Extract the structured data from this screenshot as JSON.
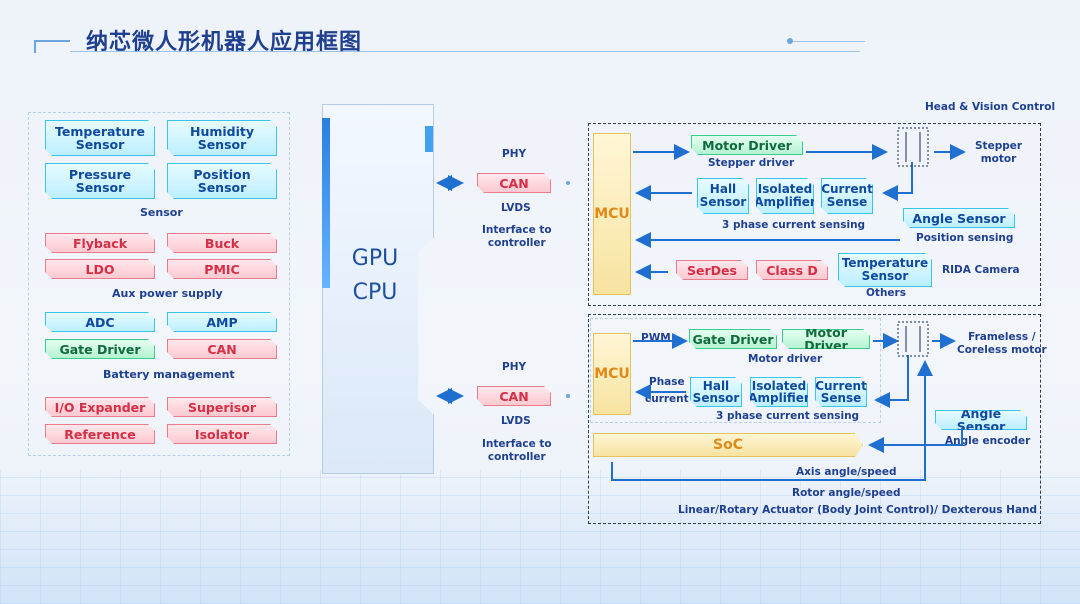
{
  "title": "纳芯微人形机器人应用框图",
  "left": {
    "sensor": {
      "items": [
        "Temperature\nSensor",
        "Humidity\nSensor",
        "Pressure\nSensor",
        "Position\nSensor"
      ],
      "caption": "Sensor"
    },
    "aux_power": {
      "items": [
        "Flyback",
        "Buck",
        "LDO",
        "PMIC"
      ],
      "caption": "Aux power supply"
    },
    "battery": {
      "items": [
        "ADC",
        "AMP",
        "Gate Driver",
        "CAN"
      ],
      "caption": "Battery management"
    },
    "misc": {
      "items": [
        "I/O Expander",
        "Superisor",
        "Reference",
        "Isolator"
      ]
    }
  },
  "board": {
    "line1": "GPU",
    "line2": "CPU"
  },
  "iface_top": {
    "phy": "PHY",
    "can": "CAN",
    "lvds": "LVDS",
    "caption": "Interface to\ncontroller"
  },
  "iface_bottom": {
    "phy": "PHY",
    "can": "CAN",
    "lvds": "LVDS",
    "caption": "Interface to\ncontroller"
  },
  "head": {
    "title": "Head & Vision Control",
    "mcu": "MCU",
    "motor_driver": "Motor Driver",
    "stepper_driver": "Stepper driver",
    "stepper_motor": "Stepper\nmotor",
    "hall": "Hall\nSensor",
    "iso_amp": "Isolated\nAmplifier",
    "current_sense": "Current\nSense",
    "sensing_caption": "3 phase current sensing",
    "angle_sensor": "Angle Sensor",
    "position_sensing": "Position sensing",
    "serdes": "SerDes",
    "class_d": "Class D",
    "temp_sensor": "Temperature\nSensor",
    "rida_camera": "RIDA  Camera",
    "others": "Others"
  },
  "joint": {
    "mcu": "MCU",
    "pwm": "PWM",
    "phase_current": "Phase\ncurrent",
    "gate_driver": "Gate Driver",
    "motor_driver": "Motor Driver",
    "motor_driver_caption": "Motor driver",
    "frameless": "Frameless /\nCoreless motor",
    "hall": "Hall\nSensor",
    "iso_amp": "Isolated\nAmplifier",
    "current_sense": "Current\nSense",
    "sensing_caption": "3 phase current sensing",
    "angle_sensor": "Angle Sensor",
    "angle_encoder": "Angle encoder",
    "soc": "SoC",
    "axis": "Axis angle/speed",
    "rotor": "Rotor angle/speed",
    "caption": "Linear/Rotary Actuator (Body Joint Control)/ Dexterous Hand"
  }
}
